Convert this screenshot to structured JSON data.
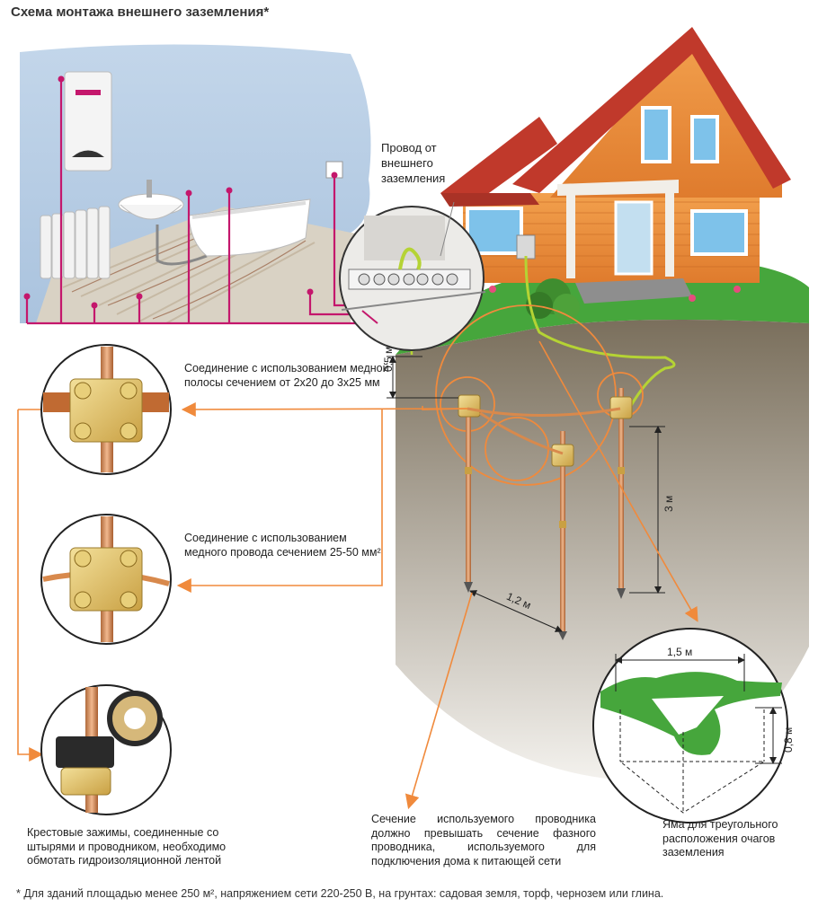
{
  "title": "Схема монтажа внешнего заземления*",
  "labels": {
    "wire": "Провод от внешнего заземления",
    "dim_depth": "0,5 м",
    "dim_length": "3 м",
    "dim_spacing": "1,2 м",
    "dim_pit_width": "1,5 м",
    "dim_pit_depth": "0,8 м"
  },
  "captions": {
    "strip": "Соединение с использованием медной полосы сечением от 2х20 до 3х25 мм",
    "wire": "Соединение с использованием медного провода сечением 25-50 мм²",
    "tape": "Крестовые зажимы, соединенные со штырями и проводником, необходимо обмотать гидроизоляционной лентой",
    "section": "Сечение используемого проводника должно превышать сечение фазного проводника, используемого для подключения дома к питающей сети",
    "pit": "Яма для треугольного расположения очагов заземления"
  },
  "footnote": "* Для зданий площадью менее 250 м², напряжением сети 220-250 В, на грунтах: садовая земля, торф, чернозем или глина.",
  "colors": {
    "accent_orange": "#f08a3c",
    "wire_magenta": "#c4176c",
    "ground_wire": "#b5d334",
    "soil": "#8a7f6b",
    "grass": "#46a63c",
    "wall": "#c5d7ea",
    "roof": "#c0392b",
    "house": "#e8883a"
  }
}
